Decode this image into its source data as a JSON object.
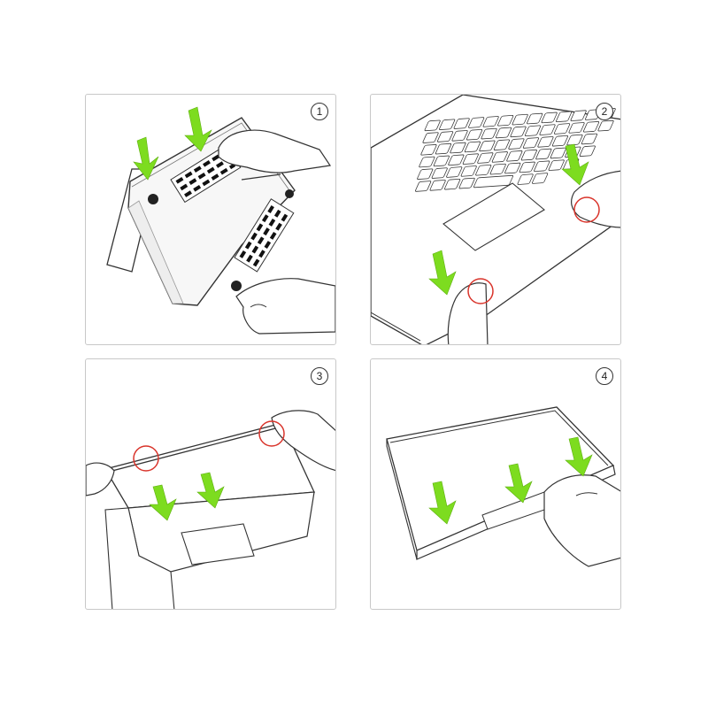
{
  "colors": {
    "arrow": "#7ddc1f",
    "highlight_circle": "#d9342b",
    "line": "#3a3a3a",
    "panel_border": "#c8c8c8"
  },
  "steps": [
    {
      "number": "1"
    },
    {
      "number": "2"
    },
    {
      "number": "3"
    },
    {
      "number": "4"
    }
  ]
}
